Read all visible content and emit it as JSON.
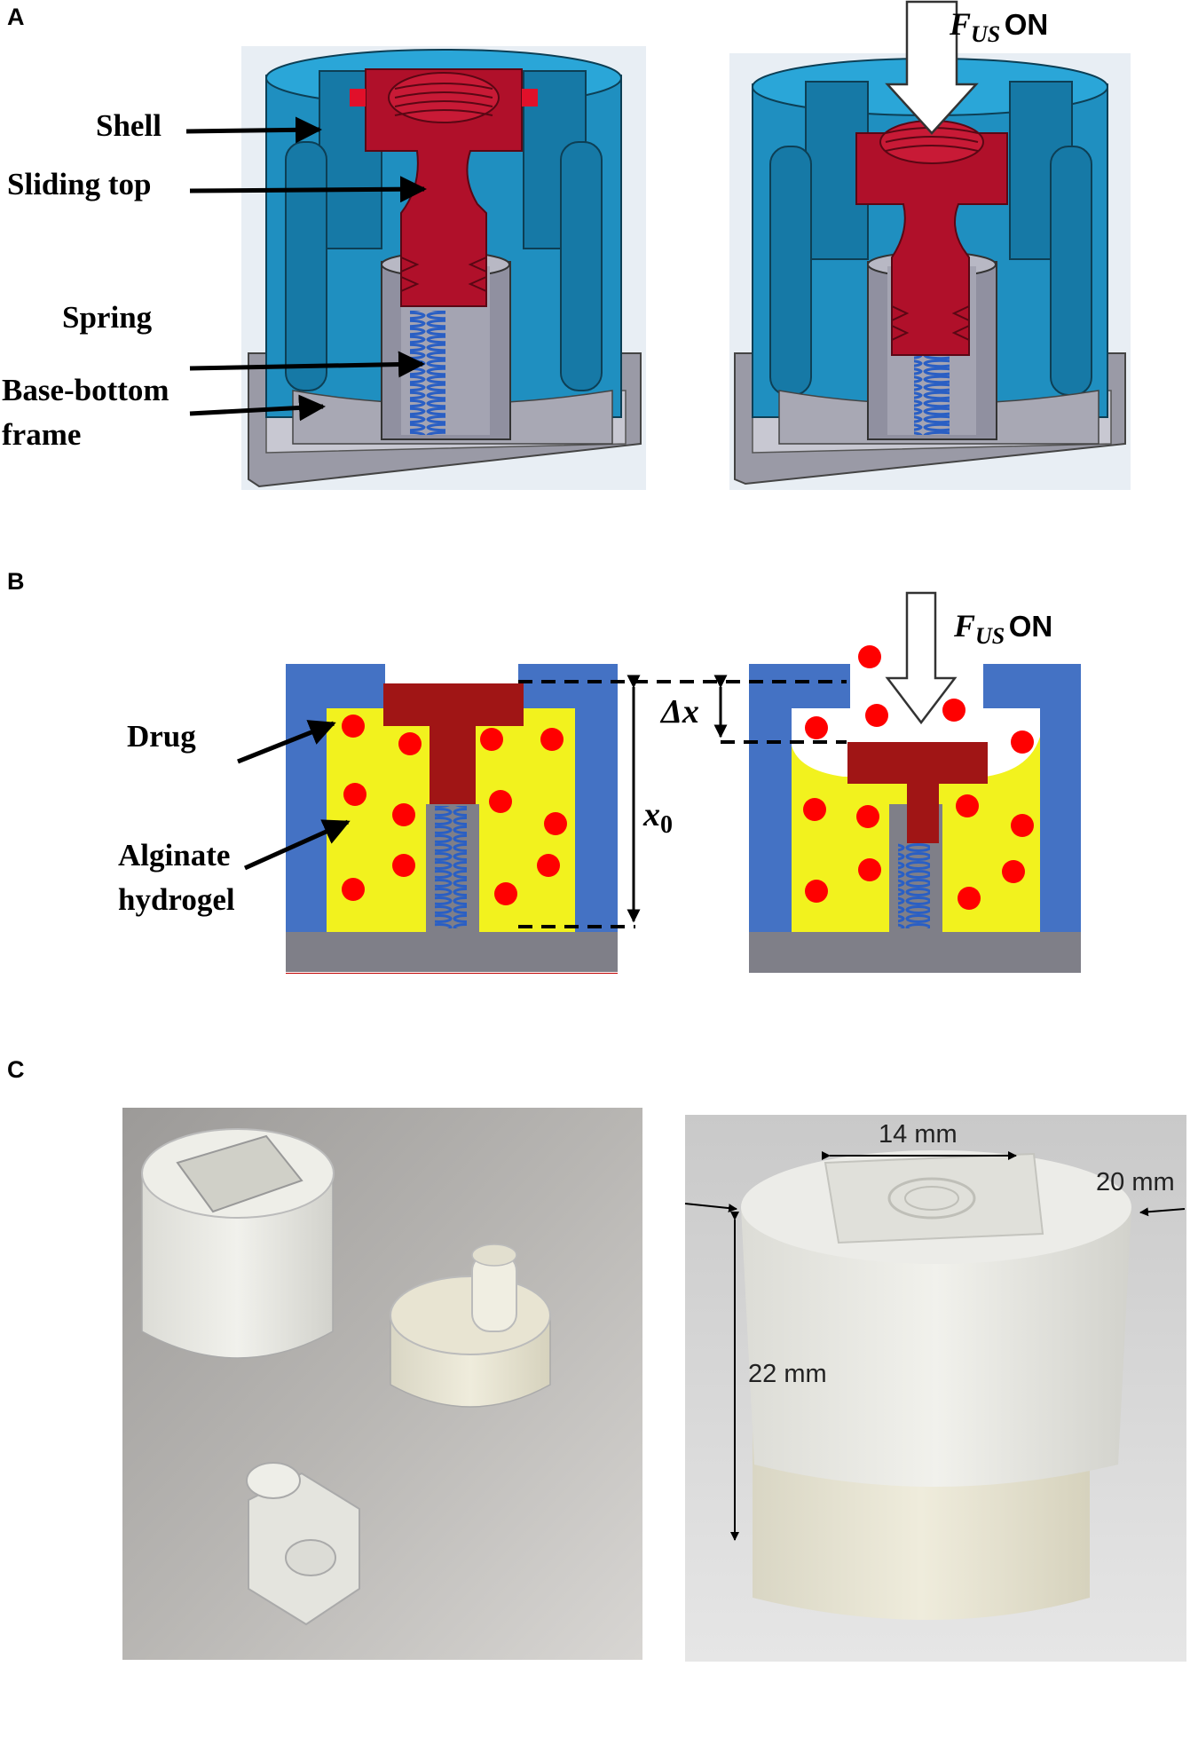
{
  "panels": {
    "a": "A",
    "b": "B",
    "c": "C"
  },
  "panel_a": {
    "labels": {
      "shell": "Shell",
      "sliding_top": "Sliding top",
      "spring": "Spring",
      "base_bottom_line1": "Base-bottom",
      "base_bottom_line2": "frame"
    },
    "force": {
      "symbol": "F",
      "subscript": "US",
      "state": "ON"
    }
  },
  "panel_b": {
    "labels": {
      "drug": "Drug",
      "hydrogel_line1": "Alginate",
      "hydrogel_line2": "hydrogel"
    },
    "delta_x": "Δx",
    "x0_symbol": "x",
    "x0_subscript": "0",
    "force": {
      "symbol": "F",
      "subscript": "US",
      "state": "ON"
    }
  },
  "panel_c": {
    "measurements": {
      "width_top": "14 mm",
      "diameter": "20 mm",
      "height": "22 mm"
    }
  },
  "colors": {
    "shell_blue": "#1f8fc0",
    "sliding_top_red": "#b0102a",
    "base_gray": "#8a8a96",
    "spring_blue": "#2a5fc4",
    "schematic_blue": "#4472c4",
    "hydrogel_yellow": "#f2f21e",
    "drug_red": "#ff0000",
    "piston_red": "#a01515",
    "schematic_base": "#7f7f88"
  },
  "icons": {
    "arrow": "arrow-icon",
    "spring": "spring-icon"
  }
}
